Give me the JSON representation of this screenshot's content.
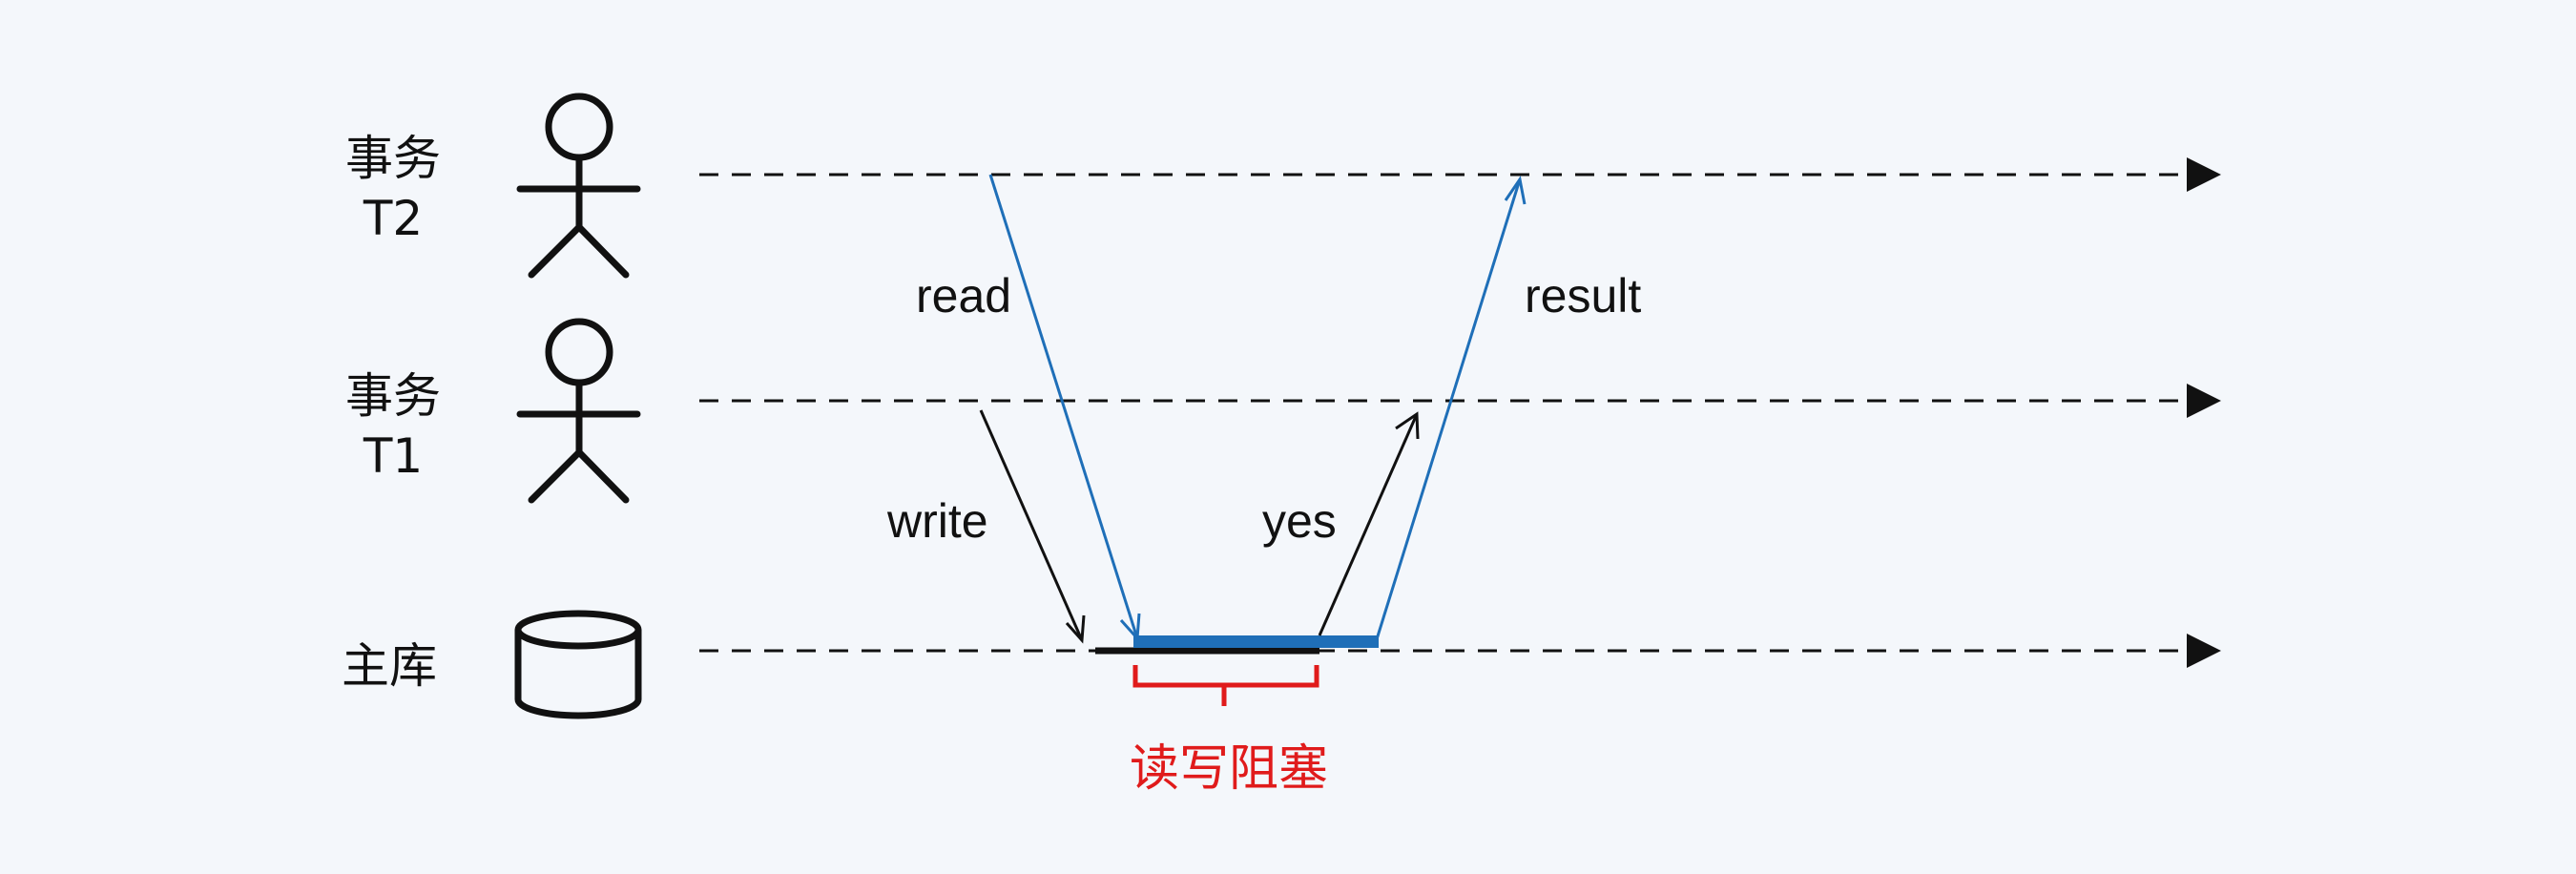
{
  "participants": [
    {
      "id": "t2",
      "name_line1": "事务",
      "name_line2": "T2",
      "icon": "stick-figure-icon"
    },
    {
      "id": "t1",
      "name_line1": "事务",
      "name_line2": "T1",
      "icon": "stick-figure-icon"
    },
    {
      "id": "master",
      "name_line1": "主库",
      "name_line2": "",
      "icon": "database-cylinder-icon"
    }
  ],
  "messages": [
    {
      "id": "read",
      "label": "read",
      "from": "t2",
      "to": "master",
      "color": "#1f6fb8"
    },
    {
      "id": "write",
      "label": "write",
      "from": "t1",
      "to": "master",
      "color": "#111111"
    },
    {
      "id": "yes",
      "label": "yes",
      "from": "master",
      "to": "t1",
      "color": "#111111"
    },
    {
      "id": "result",
      "label": "result",
      "from": "master",
      "to": "t2",
      "color": "#1f6fb8"
    }
  ],
  "blocking": {
    "label": "读写阻塞",
    "color": "#e01b1b",
    "bar_color": "#1f6fb8"
  },
  "colors": {
    "background": "#f4f7fb",
    "lifeline": "#111111",
    "blue": "#1f6fb8",
    "red": "#e01b1b"
  }
}
